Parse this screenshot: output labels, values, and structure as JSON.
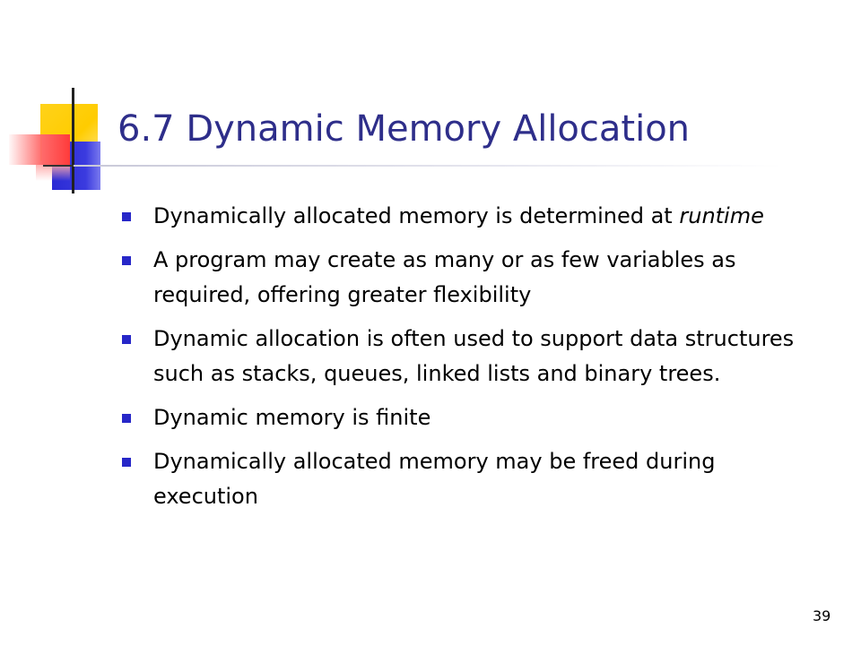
{
  "slide": {
    "title": "6.7 Dynamic Memory Allocation",
    "bullets": [
      {
        "text": "Dynamically allocated memory is determined at ",
        "emphasis": "runtime"
      },
      {
        "text": "A program may create as many or as few variables as required, offering greater flexibility"
      },
      {
        "text": "Dynamic allocation is often used to support data structures such as stacks, queues, linked lists and binary trees."
      },
      {
        "text": "Dynamic memory is finite"
      },
      {
        "text": "Dynamically allocated memory may be freed during execution"
      }
    ],
    "page_number": "39"
  },
  "colors": {
    "title": "#2e2e8a",
    "bullet_marker": "#2727c8",
    "logo_yellow": "#ffcc00",
    "logo_blue": "#2a2ad4",
    "logo_red": "#ff4a4a"
  },
  "icons": {
    "bullet": "square-bullet-icon",
    "logo": "colored-squares-logo"
  }
}
